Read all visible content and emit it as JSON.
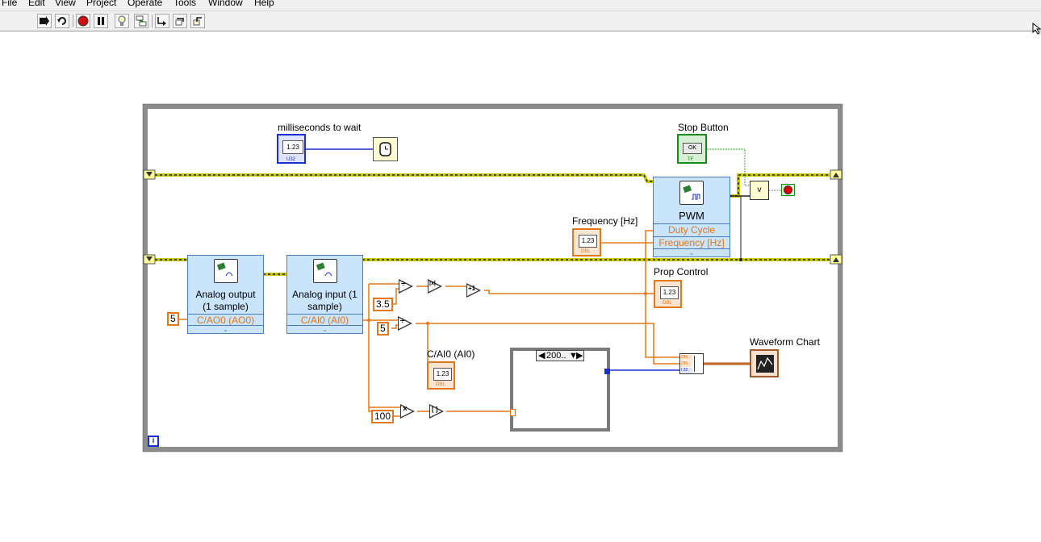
{
  "menu": {
    "items": [
      "File",
      "Edit",
      "View",
      "Project",
      "Operate",
      "Tools",
      "Window",
      "Help"
    ]
  },
  "toolbar": {
    "buttons": [
      "run-arrow-icon",
      "run-continuously-icon",
      "abort-icon",
      "pause-icon",
      "highlight-execution-icon",
      "retain-wire-values-icon",
      "step-into-icon",
      "step-over-icon",
      "step-out-icon"
    ]
  },
  "diagram": {
    "wait_label": "milliseconds to wait",
    "wait_control_text": "1.23",
    "wait_control_tag": "U32",
    "stop_label": "Stop Button",
    "stop_control_text": "OK",
    "stop_control_tag": "TF",
    "frequency_label": "Frequency [Hz]",
    "frequency_control_text": "1.23",
    "frequency_control_tag": "DBL",
    "pwm_title": "PWM",
    "pwm_pin_duty": "Duty Cycle",
    "pwm_pin_freq": "Frequency [Hz]",
    "analog_output_title_1": "Analog output",
    "analog_output_title_2": "(1 sample)",
    "analog_output_pin": "C/AO0 (AO0)",
    "analog_input_title_1": "Analog input (1",
    "analog_input_title_2": "sample)",
    "analog_input_pin": "C/AI0 (AI0)",
    "const_ao": "5",
    "const_3_5": "3.5",
    "const_5": "5",
    "const_100": "100",
    "const_1": "1",
    "case_selector": "200..",
    "prop_control_label": "Prop Control",
    "prop_indicator_text": "1.23",
    "prop_indicator_tag": "DBL",
    "cai0_label": "C/AI0 (AI0)",
    "cai0_indicator_text": "1.23",
    "cai0_indicator_tag": "DBL",
    "waveform_label": "Waveform Chart",
    "bundle_tags": [
      "DBL",
      "DBL",
      "I 32"
    ],
    "op_divide": "÷",
    "op_multiply": "×",
    "op_abs": "|x|",
    "op_increment": "+1",
    "op_round": "[ ]",
    "op_or": "v",
    "iteration_terminal": "i"
  },
  "colors": {
    "wire_orange": "#e2781a",
    "wire_blue": "#1b2ecf",
    "wire_error_yellow": "#c8c800",
    "loop_gray": "#8c8c8c",
    "node_blue": "#c9e4fb",
    "stop_red": "#e00000",
    "control_green": "#1b8b1b"
  }
}
